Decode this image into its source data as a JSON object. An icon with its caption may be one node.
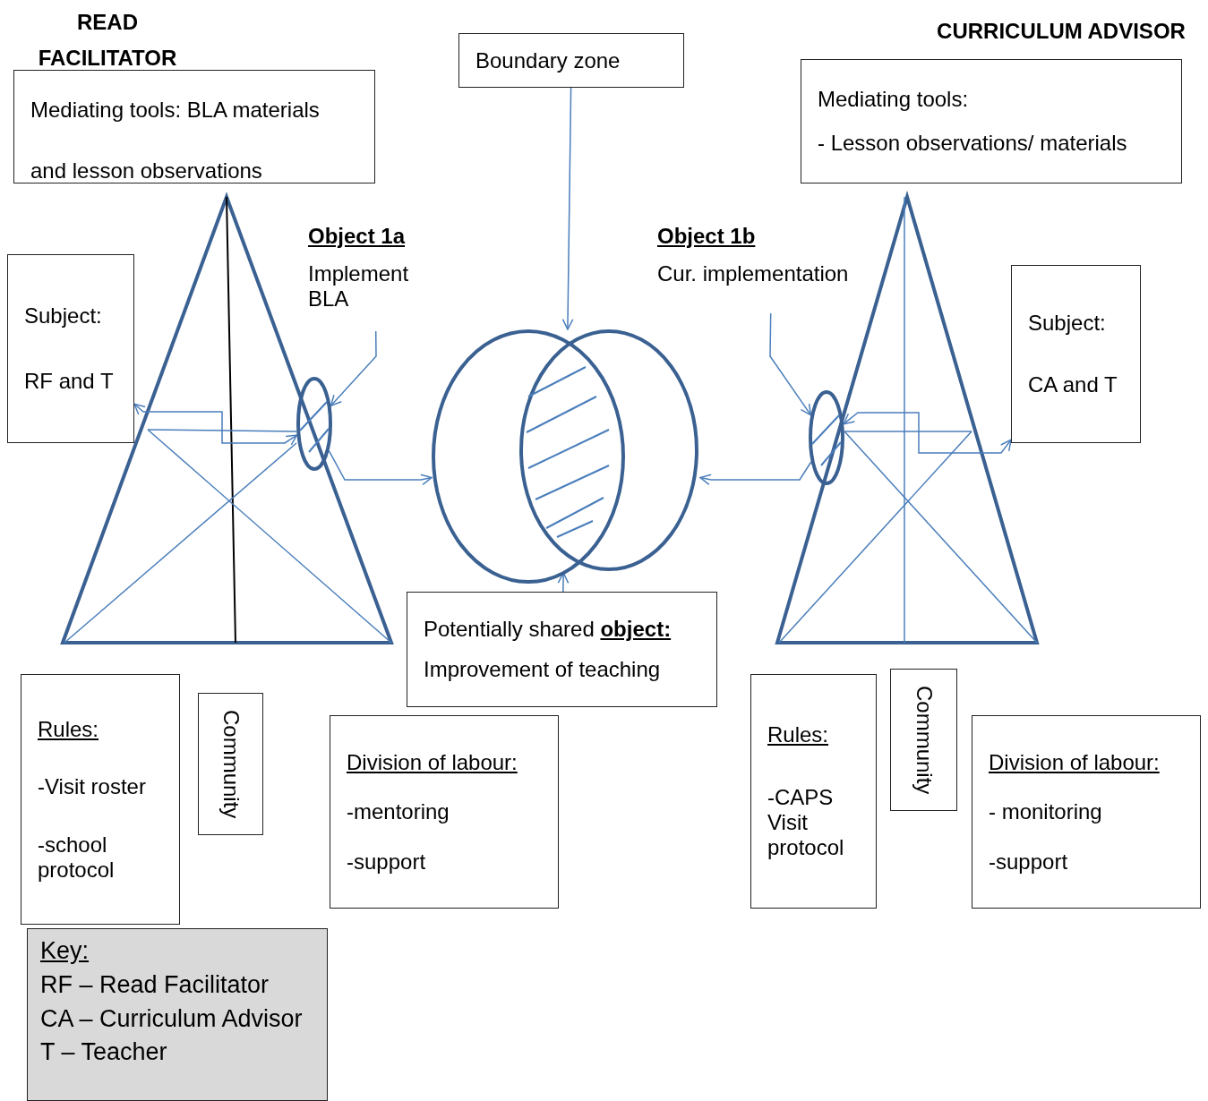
{
  "diagram": {
    "nodes": [
      {
        "text": [
          "Mediating tools: BLA materials and lesson observations"
        ]
      },
      {
        "text": [
          "Subject:",
          "RF and T"
        ]
      },
      {
        "text": [],
        "shape": "ellipse"
      },
      {
        "text": [
          "Object 1a",
          "Implement BLA"
        ]
      },
      {
        "text": [
          "Boundary zone"
        ]
      },
      {
        "text": [],
        "shape": "circle"
      },
      {
        "text": [
          "Object 1b",
          "Cur. implementation"
        ]
      },
      {
        "text": [
          "Mediating tools:",
          "- Lesson observations/ materials"
        ]
      },
      {
        "text": [
          "Subject:",
          "CA and T"
        ]
      },
      {
        "text": [],
        "shape": "ellipse"
      },
      {
        "text": [
          "Potentially shared **object:**",
          "Improvement of teaching"
        ]
      },
      {
        "text": [
          "Rules:",
          "-Visit roster",
          "-school protocol"
        ]
      },
      {
        "text": [
          "Community"
        ]
      },
      {
        "text": [
          "Division of labour:",
          "-mentoring",
          "-support"
        ]
      },
      {
        "text": [
          "Rules:",
          "-CAPS Visit protocol"
        ]
      },
      {
        "text": [
          "Community"
        ]
      },
      {
        "text": [
          "Division of labour:",
          "- monitoring",
          "-support"
        ]
      },
      {
        "text": [
          "Key:",
          "RF – Read Facilitator",
          "CA – Curriculum Advisor",
          "T – Teacher"
        ]
      }
    ],
    "edges": [
      {
        "from": 4,
        "to": 5,
        "arrow": "to"
      },
      {
        "from": 3,
        "to": 2,
        "arrow": "to"
      },
      {
        "from": 2,
        "to": 5,
        "arrow": "to"
      },
      {
        "from": 9,
        "to": 5,
        "arrow": "to"
      },
      {
        "from": 6,
        "to": 9,
        "arrow": "to"
      },
      {
        "from": 10,
        "to": 5,
        "arrow": "to"
      },
      {
        "from": 1,
        "to": 2,
        "arrow": "both"
      },
      {
        "from": 8,
        "to": 9,
        "arrow": "both"
      }
    ],
    "labels": [
      "READ FACILITATOR",
      "CURRICULUM ADVISOR"
    ]
  }
}
